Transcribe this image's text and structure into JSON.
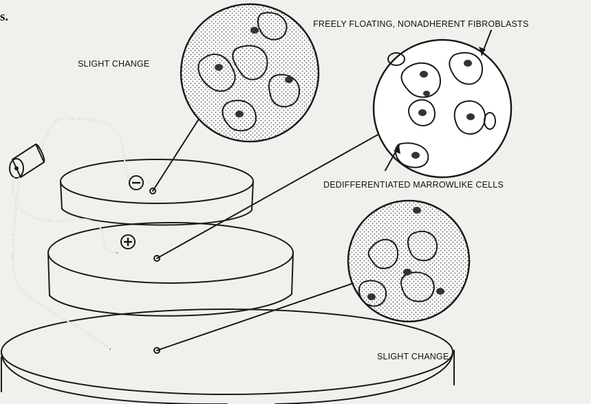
{
  "figure": {
    "fragment_text": "s.",
    "labels": {
      "top_left": "SLIGHT CHANGE",
      "top_right": "FREELY FLOATING, NONADHERENT FIBROBLASTS",
      "middle_right": "DEDIFFERENTIATED MARROWLIKE CELLS",
      "bottom_right": "SLIGHT CHANGE"
    },
    "electrodes": {
      "negative": "⊖",
      "positive": "⊕"
    }
  }
}
